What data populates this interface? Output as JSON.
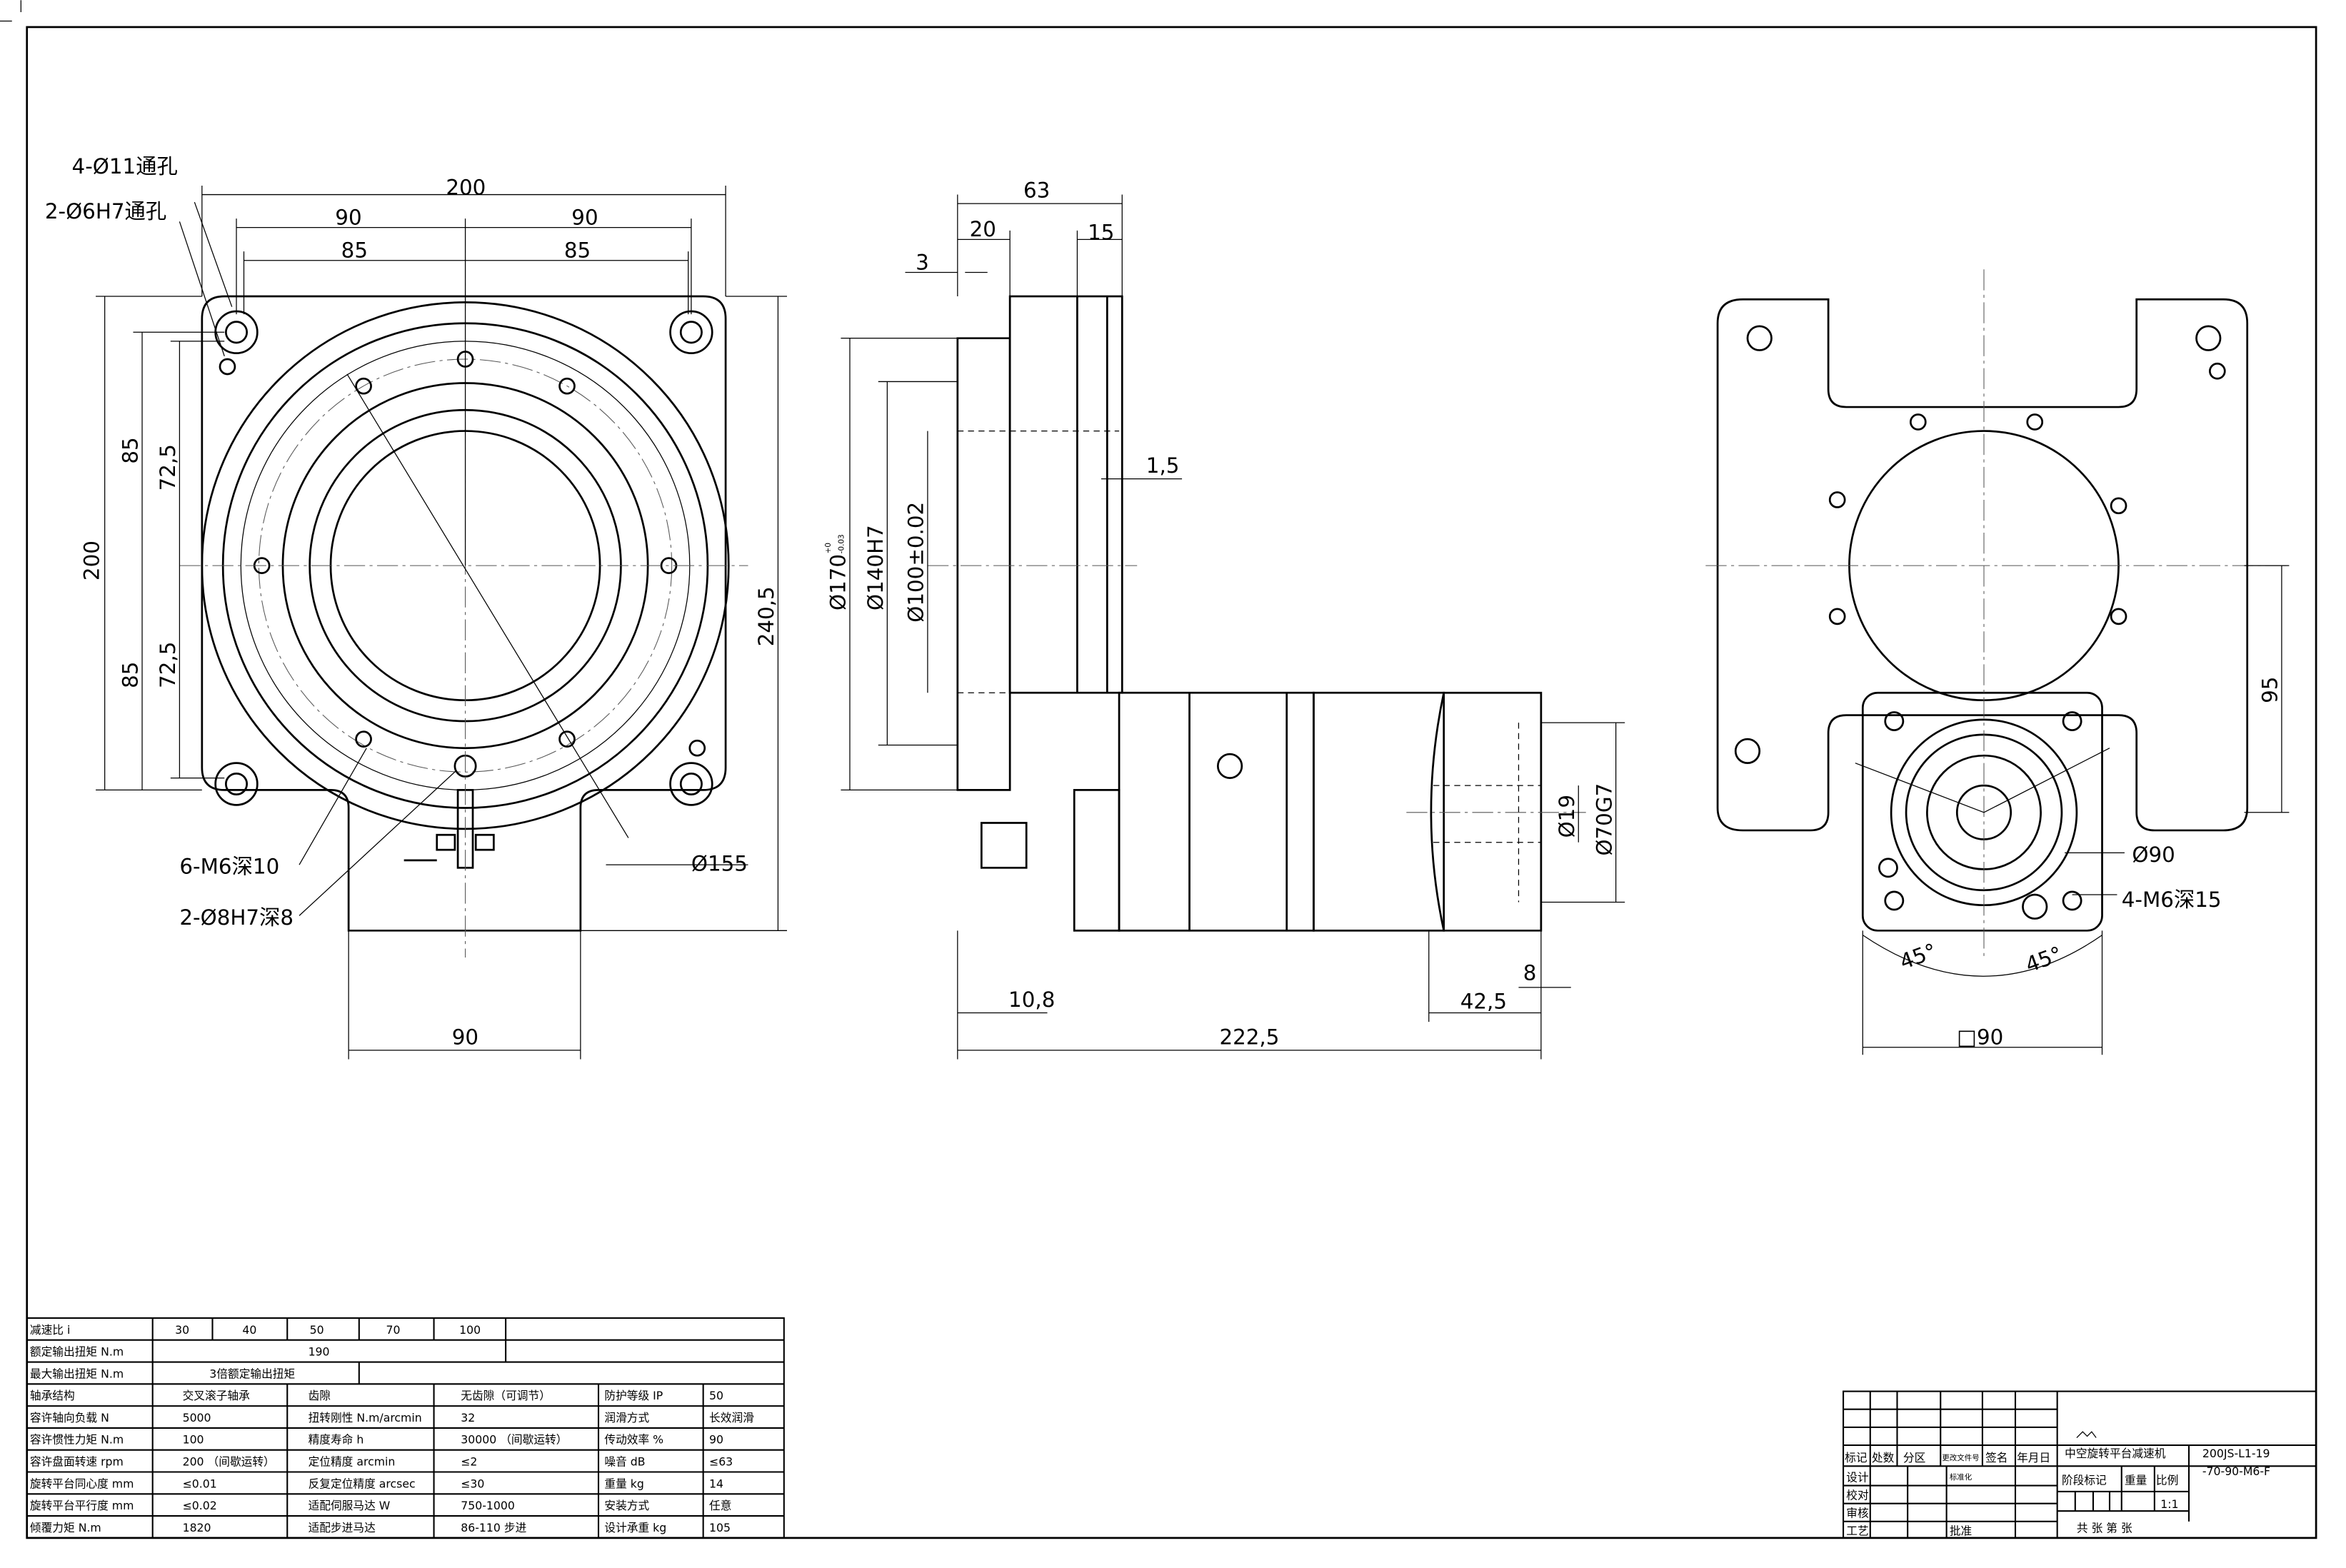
{
  "front_view": {
    "callouts": [
      "4-Ø11通孔",
      "2-Ø6H7通孔",
      "6-M6深10",
      "2-Ø8H7深8",
      "Ø155"
    ],
    "dims": {
      "top_overall": "200",
      "top_left": "90",
      "top_right": "90",
      "top_left_inner": "85",
      "top_right_inner": "85",
      "left_overall": "200",
      "left_upper": "85",
      "left_lower": "85",
      "left_upper_inner": "72,5",
      "left_lower_inner": "72,5",
      "right_height": "240,5",
      "bottom_tab": "90"
    }
  },
  "side_view": {
    "dims": {
      "top_length": "63",
      "flange": "20",
      "rear": "15",
      "lip": "3",
      "step": "1,5",
      "dia_outer": "Ø170",
      "dia_outer_tol_upper": "+0",
      "dia_outer_tol_lower": "-0.03",
      "dia_bore": "Ø140H7",
      "dia_center": "Ø100±0.02",
      "shaft": "Ø19",
      "spigot": "Ø70G7",
      "offset": "10,8",
      "motor_len": "42,5",
      "motor_step": "8",
      "total": "222,5"
    }
  },
  "end_view": {
    "dims": {
      "height": "95",
      "pcd": "Ø90",
      "holes": "4-M6深15",
      "angle_left": "45°",
      "angle_right": "45°",
      "square": "□90"
    }
  },
  "spec_table": {
    "ratio_label": "减速比 i",
    "ratios": [
      "30",
      "40",
      "50",
      "70",
      "100"
    ],
    "rated_torque_label": "额定输出扭矩 N.m",
    "rated_torque": "190",
    "max_torque_label": "最大输出扭矩 N.m",
    "max_torque": "3倍额定输出扭矩",
    "rows": [
      [
        "轴承结构",
        "交叉滚子轴承",
        "齿隙",
        "无齿隙（可调节）",
        "防护等级 IP",
        "50"
      ],
      [
        "容许轴向负载 N",
        "5000",
        "扭转刚性 N.m/arcmin",
        "32",
        "润滑方式",
        "长效润滑"
      ],
      [
        "容许惯性力矩 N.m",
        "100",
        "精度寿命 h",
        "30000 （间歇运转）",
        "传动效率 %",
        "90"
      ],
      [
        "容许盘面转速 rpm",
        "200 （间歇运转）",
        "定位精度 arcmin",
        "≤2",
        "噪音 dB",
        "≤63"
      ],
      [
        "旋转平台同心度 mm",
        "≤0.01",
        "反复定位精度 arcsec",
        "≤30",
        "重量 kg",
        "14"
      ],
      [
        "旋转平台平行度 mm",
        "≤0.02",
        "适配伺服马达 W",
        "750-1000",
        "安装方式",
        "任意"
      ],
      [
        "倾覆力矩 N.m",
        "1820",
        "适配步进马达",
        "86-110 步进",
        "设计承重 kg",
        "105"
      ]
    ]
  },
  "title_block": {
    "headers": [
      "标记",
      "处数",
      "分区",
      "更改文件号",
      "签名",
      "年月日"
    ],
    "roles": [
      "设计",
      "校对",
      "审核",
      "工艺"
    ],
    "standardization": "标准化",
    "approval": "批准",
    "product_name": "中空旋转平台减速机",
    "drawing_number_line1": "200JS-L1-19",
    "drawing_number_line2": "-70-90-M6-F",
    "stage_label": "阶段标记",
    "weight_label": "重量",
    "scale_label": "比例",
    "scale": "1:1",
    "sheets": "共  张 第  张"
  }
}
